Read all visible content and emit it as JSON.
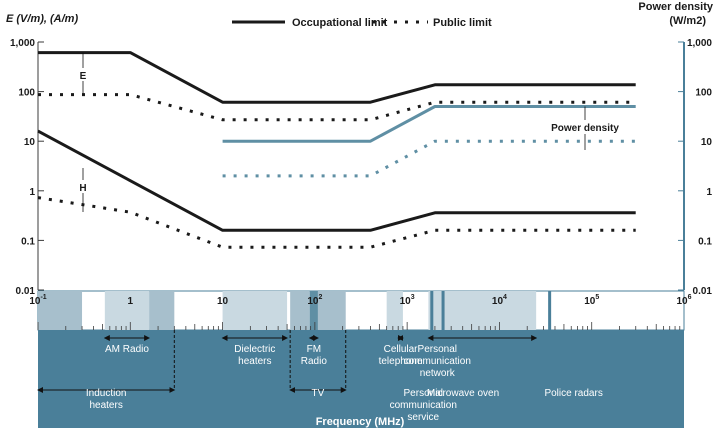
{
  "chart_data": {
    "type": "line",
    "x_scale": "log",
    "y_scale": "log",
    "xlim": [
      0.1,
      1000000
    ],
    "ylim": [
      0.01,
      1000
    ],
    "left_axis_label": "E (V/m),  (A/m)",
    "right_axis_label_line1": "Power density",
    "right_axis_label_line2": "(W/m2)",
    "legend": {
      "occupational": "Occupational limit",
      "public": "Public limit",
      "placement": "top-center"
    },
    "y_ticks": [
      {
        "value": 1000,
        "label": "1,000"
      },
      {
        "value": 100,
        "label": "100"
      },
      {
        "value": 10,
        "label": "10"
      },
      {
        "value": 1,
        "label": "1"
      },
      {
        "value": 0.1,
        "label": "0.1"
      },
      {
        "value": 0.01,
        "label": "0.01"
      }
    ],
    "x_ticks": [
      {
        "value": 0.1,
        "label": "10",
        "exp": "-1"
      },
      {
        "value": 1,
        "label": "1",
        "exp": ""
      },
      {
        "value": 10,
        "label": "10",
        "exp": ""
      },
      {
        "value": 100,
        "label": "10",
        "exp": "2"
      },
      {
        "value": 1000,
        "label": "10",
        "exp": "3"
      },
      {
        "value": 10000,
        "label": "10",
        "exp": "4"
      },
      {
        "value": 100000,
        "label": "10",
        "exp": "5"
      },
      {
        "value": 1000000,
        "label": "10",
        "exp": "6"
      }
    ],
    "series": [
      {
        "label": "E",
        "style": "occupational",
        "color": "#1a1a1a",
        "points": [
          [
            0.1,
            610
          ],
          [
            1,
            610
          ],
          [
            10,
            61
          ],
          [
            400,
            61
          ],
          [
            2000,
            137
          ],
          [
            300000,
            137
          ]
        ]
      },
      {
        "label": "",
        "style": "public",
        "color": "#1a1a1a",
        "points": [
          [
            0.1,
            87
          ],
          [
            1,
            87
          ],
          [
            10,
            27
          ],
          [
            400,
            27
          ],
          [
            2000,
            61
          ],
          [
            300000,
            61
          ]
        ]
      },
      {
        "label": "H",
        "style": "occupational",
        "color": "#1a1a1a",
        "points": [
          [
            0.1,
            16
          ],
          [
            10,
            0.16
          ],
          [
            400,
            0.16
          ],
          [
            2000,
            0.36
          ],
          [
            300000,
            0.36
          ]
        ]
      },
      {
        "label": "",
        "style": "public",
        "color": "#1a1a1a",
        "points": [
          [
            0.1,
            0.73
          ],
          [
            1,
            0.37
          ],
          [
            10,
            0.073
          ],
          [
            400,
            0.073
          ],
          [
            2000,
            0.16
          ],
          [
            300000,
            0.16
          ]
        ]
      },
      {
        "label": "Power density",
        "style": "occupational",
        "color": "#5f8fa4",
        "points": [
          [
            10,
            10
          ],
          [
            400,
            10
          ],
          [
            2000,
            50
          ],
          [
            300000,
            50
          ]
        ]
      },
      {
        "label": "",
        "style": "public",
        "color": "#5f8fa4",
        "points": [
          [
            10,
            2
          ],
          [
            400,
            2
          ],
          [
            2000,
            10
          ],
          [
            300000,
            10
          ]
        ]
      }
    ],
    "xlabel": "Frequency (MHz)",
    "bands": [
      {
        "from": 0.1,
        "to": 0.3
      },
      {
        "from": 0.53,
        "to": 1.6
      },
      {
        "from": 1.6,
        "to": 3
      },
      {
        "from": 10,
        "to": 50
      },
      {
        "from": 54,
        "to": 88
      },
      {
        "from": 88,
        "to": 108
      },
      {
        "from": 108,
        "to": 216
      },
      {
        "from": 600,
        "to": 900
      },
      {
        "from": 1700,
        "to": 25000
      }
    ],
    "markers": [
      1850,
      2450,
      35000
    ],
    "applications": [
      {
        "label_lines": [
          "AM Radio"
        ],
        "from": 0.53,
        "to": 1.6,
        "row": 1
      },
      {
        "label_lines": [
          "Dielectric",
          "heaters"
        ],
        "from": 10,
        "to": 50,
        "row": 1
      },
      {
        "label_lines": [
          "FM",
          "Radio"
        ],
        "from": 88,
        "to": 108,
        "row": 1
      },
      {
        "label_lines": [
          "Cellular",
          "telephone"
        ],
        "from": 800,
        "to": 900,
        "row": 1
      },
      {
        "label_lines": [
          "Personal",
          "communication",
          "network"
        ],
        "from": 1700,
        "to": 25000,
        "row": 1
      },
      {
        "label_lines": [
          "Induction",
          "heaters"
        ],
        "from": 0.1,
        "to": 3,
        "row": 2
      },
      {
        "label_lines": [
          "TV"
        ],
        "from": 54,
        "to": 216,
        "row": 2
      },
      {
        "label_lines": [
          "Personal",
          "communication",
          "service"
        ],
        "from": 1850,
        "to": 1990,
        "row": 2
      },
      {
        "label_lines": [
          "Microwave oven"
        ],
        "from": 2450,
        "to": 2450,
        "row": 2
      },
      {
        "label_lines": [
          "Police radars"
        ],
        "from": 35000,
        "to": 35000,
        "row": 2
      }
    ]
  }
}
